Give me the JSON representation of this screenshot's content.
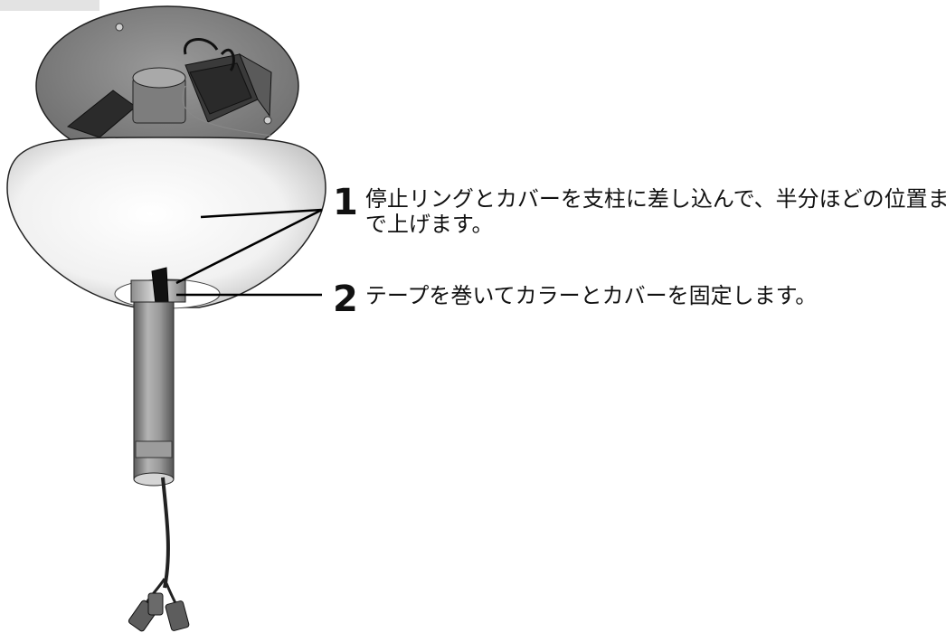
{
  "steps": [
    {
      "number": "1",
      "text": "停止リングとカバーを支柱に差し込んで、半分ほどの位置まで上げます。"
    },
    {
      "number": "2",
      "text": "テープを巻いてカラーとカバーを固定します。"
    }
  ]
}
